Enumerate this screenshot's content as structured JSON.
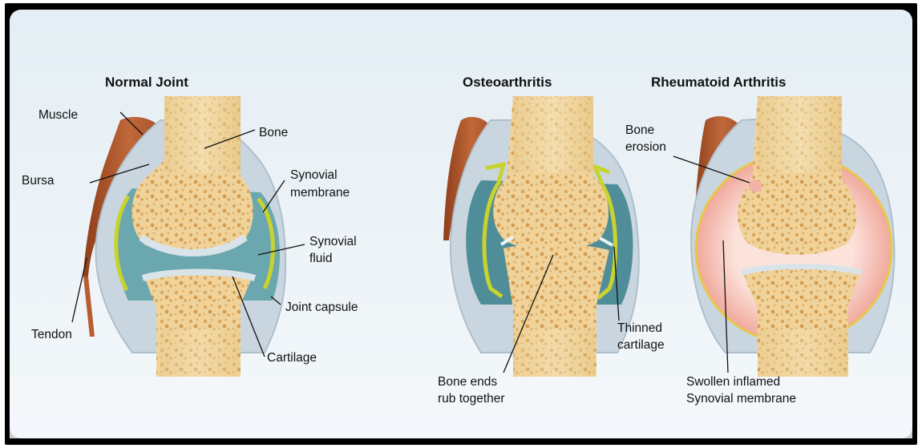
{
  "titles": {
    "normal": "Normal Joint",
    "osteo": "Osteoarthritis",
    "ra": "Rheumatoid Arthritis"
  },
  "labels": {
    "muscle": "Muscle",
    "bone": "Bone",
    "bursa": "Bursa",
    "synovial_membrane_1": "Synovial",
    "synovial_membrane_2": "membrane",
    "synovial_fluid_1": "Synovial",
    "synovial_fluid_2": "fluid",
    "joint_capsule": "Joint capsule",
    "tendon": "Tendon",
    "cartilage": "Cartilage",
    "thinned_cartilage_1": "Thinned",
    "thinned_cartilage_2": "cartilage",
    "bone_ends_1": "Bone ends",
    "bone_ends_2": "rub together",
    "bone_erosion_1": "Bone",
    "bone_erosion_2": "erosion",
    "swollen_1": "Swollen inflamed",
    "swollen_2": "Synovial membrane"
  },
  "colors": {
    "bone": "#f0d9a2",
    "bone_texture": "#d9a55a",
    "muscle": "#b0572a",
    "capsule": "#c9d6e0",
    "synovial_fluid": "#5d9fa8",
    "membrane": "#c9d32e",
    "cartilage": "#d9e4ea",
    "inflamed": "#f3b2a8"
  }
}
